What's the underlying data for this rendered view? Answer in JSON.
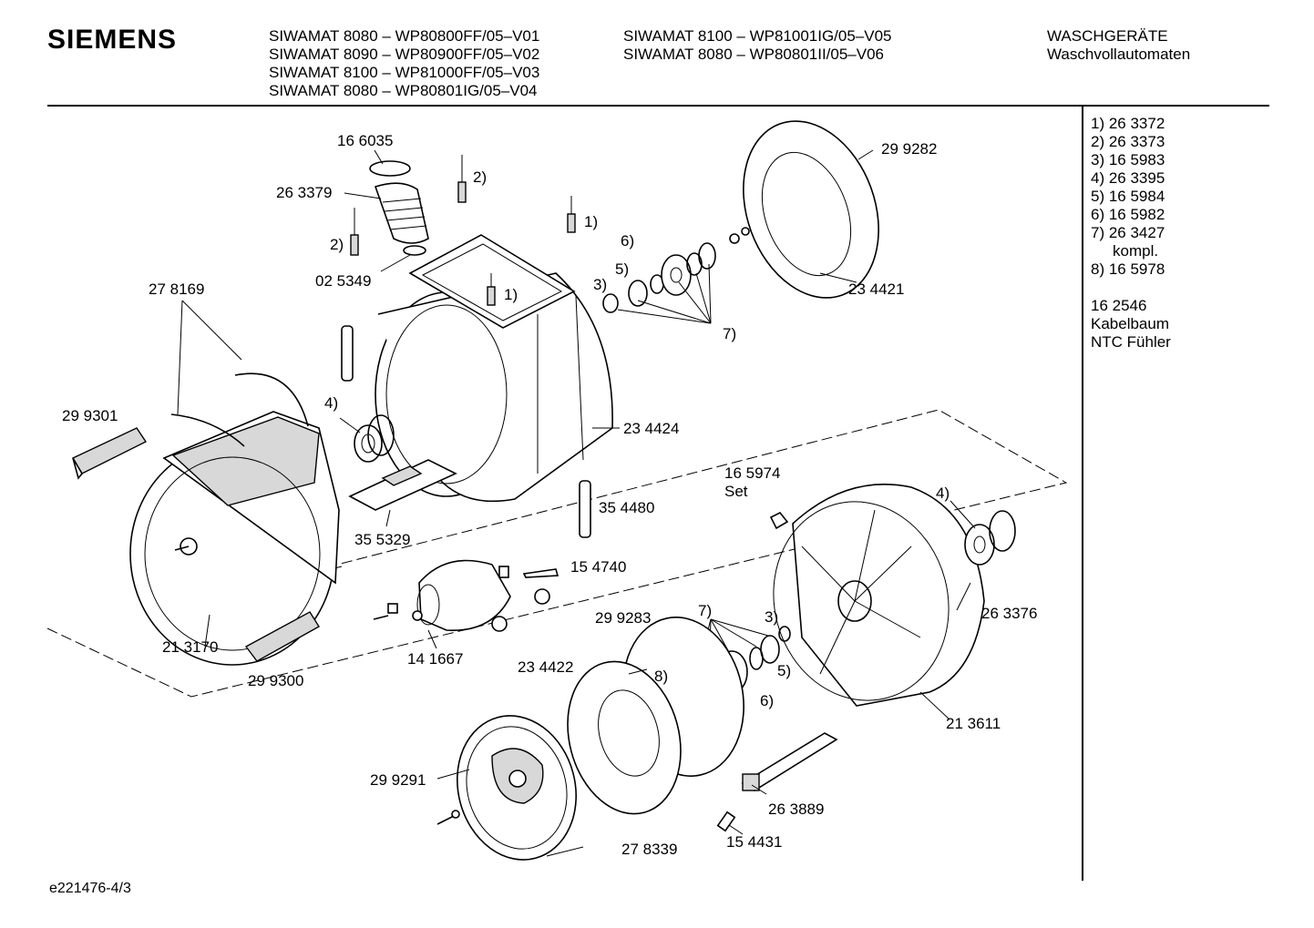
{
  "brand": "SIEMENS",
  "header": {
    "models_col1": [
      "SIWAMAT 8080 – WP80800FF/05–V01",
      "SIWAMAT 8090 – WP80900FF/05–V02",
      "SIWAMAT 8100 – WP81000FF/05–V03",
      "SIWAMAT 8080 – WP80801IG/05–V04"
    ],
    "models_col2": [
      "SIWAMAT 8100 – WP81001IG/05–V05",
      "SIWAMAT 8080 – WP80801II/05–V06"
    ],
    "category": [
      "WASCHGERÄTE",
      "Waschvollautomaten"
    ]
  },
  "legend": {
    "refs": [
      "1) 26 3372",
      "2) 26 3373",
      "3) 16 5983",
      "4) 26 3395",
      "5) 16 5984",
      "6) 16 5982",
      "7)  26 3427",
      "kompl.",
      "8) 16 5978"
    ],
    "extra": [
      "16 2546",
      "Kabelbaum",
      "NTC Fühler"
    ]
  },
  "footer": {
    "drawing_id": "e221476-4/3"
  },
  "parts": {
    "p166035": "16 6035",
    "p263379": "26 3379",
    "p025349": "02 5349",
    "p278169": "27 8169",
    "p299301": "29 9301",
    "p213170": "21 3170",
    "p299300": "29 9300",
    "p355329": "35 5329",
    "p234424": "23 4424",
    "p354480": "35 4480",
    "p299282": "29 9282",
    "p234421": "23 4421",
    "p165974": "16 5974",
    "set": "Set",
    "p154740": "15 4740",
    "p141667": "14 1667",
    "p299283": "29 9283",
    "p234422": "23 4422",
    "p299291": "29 9291",
    "p278339": "27 8339",
    "p263376": "26 3376",
    "p213611": "21 3611",
    "p263889": "26 3889",
    "p154431": "15 4431"
  },
  "callouts": {
    "c1a": "1)",
    "c1b": "1)",
    "c2a": "2)",
    "c2b": "2)",
    "c3a": "3)",
    "c3b": "3)",
    "c4a": "4)",
    "c4b": "4)",
    "c5a": "5)",
    "c5b": "5)",
    "c6a": "6)",
    "c6b": "6)",
    "c7a": "7)",
    "c7b": "7)",
    "c8": "8)"
  }
}
